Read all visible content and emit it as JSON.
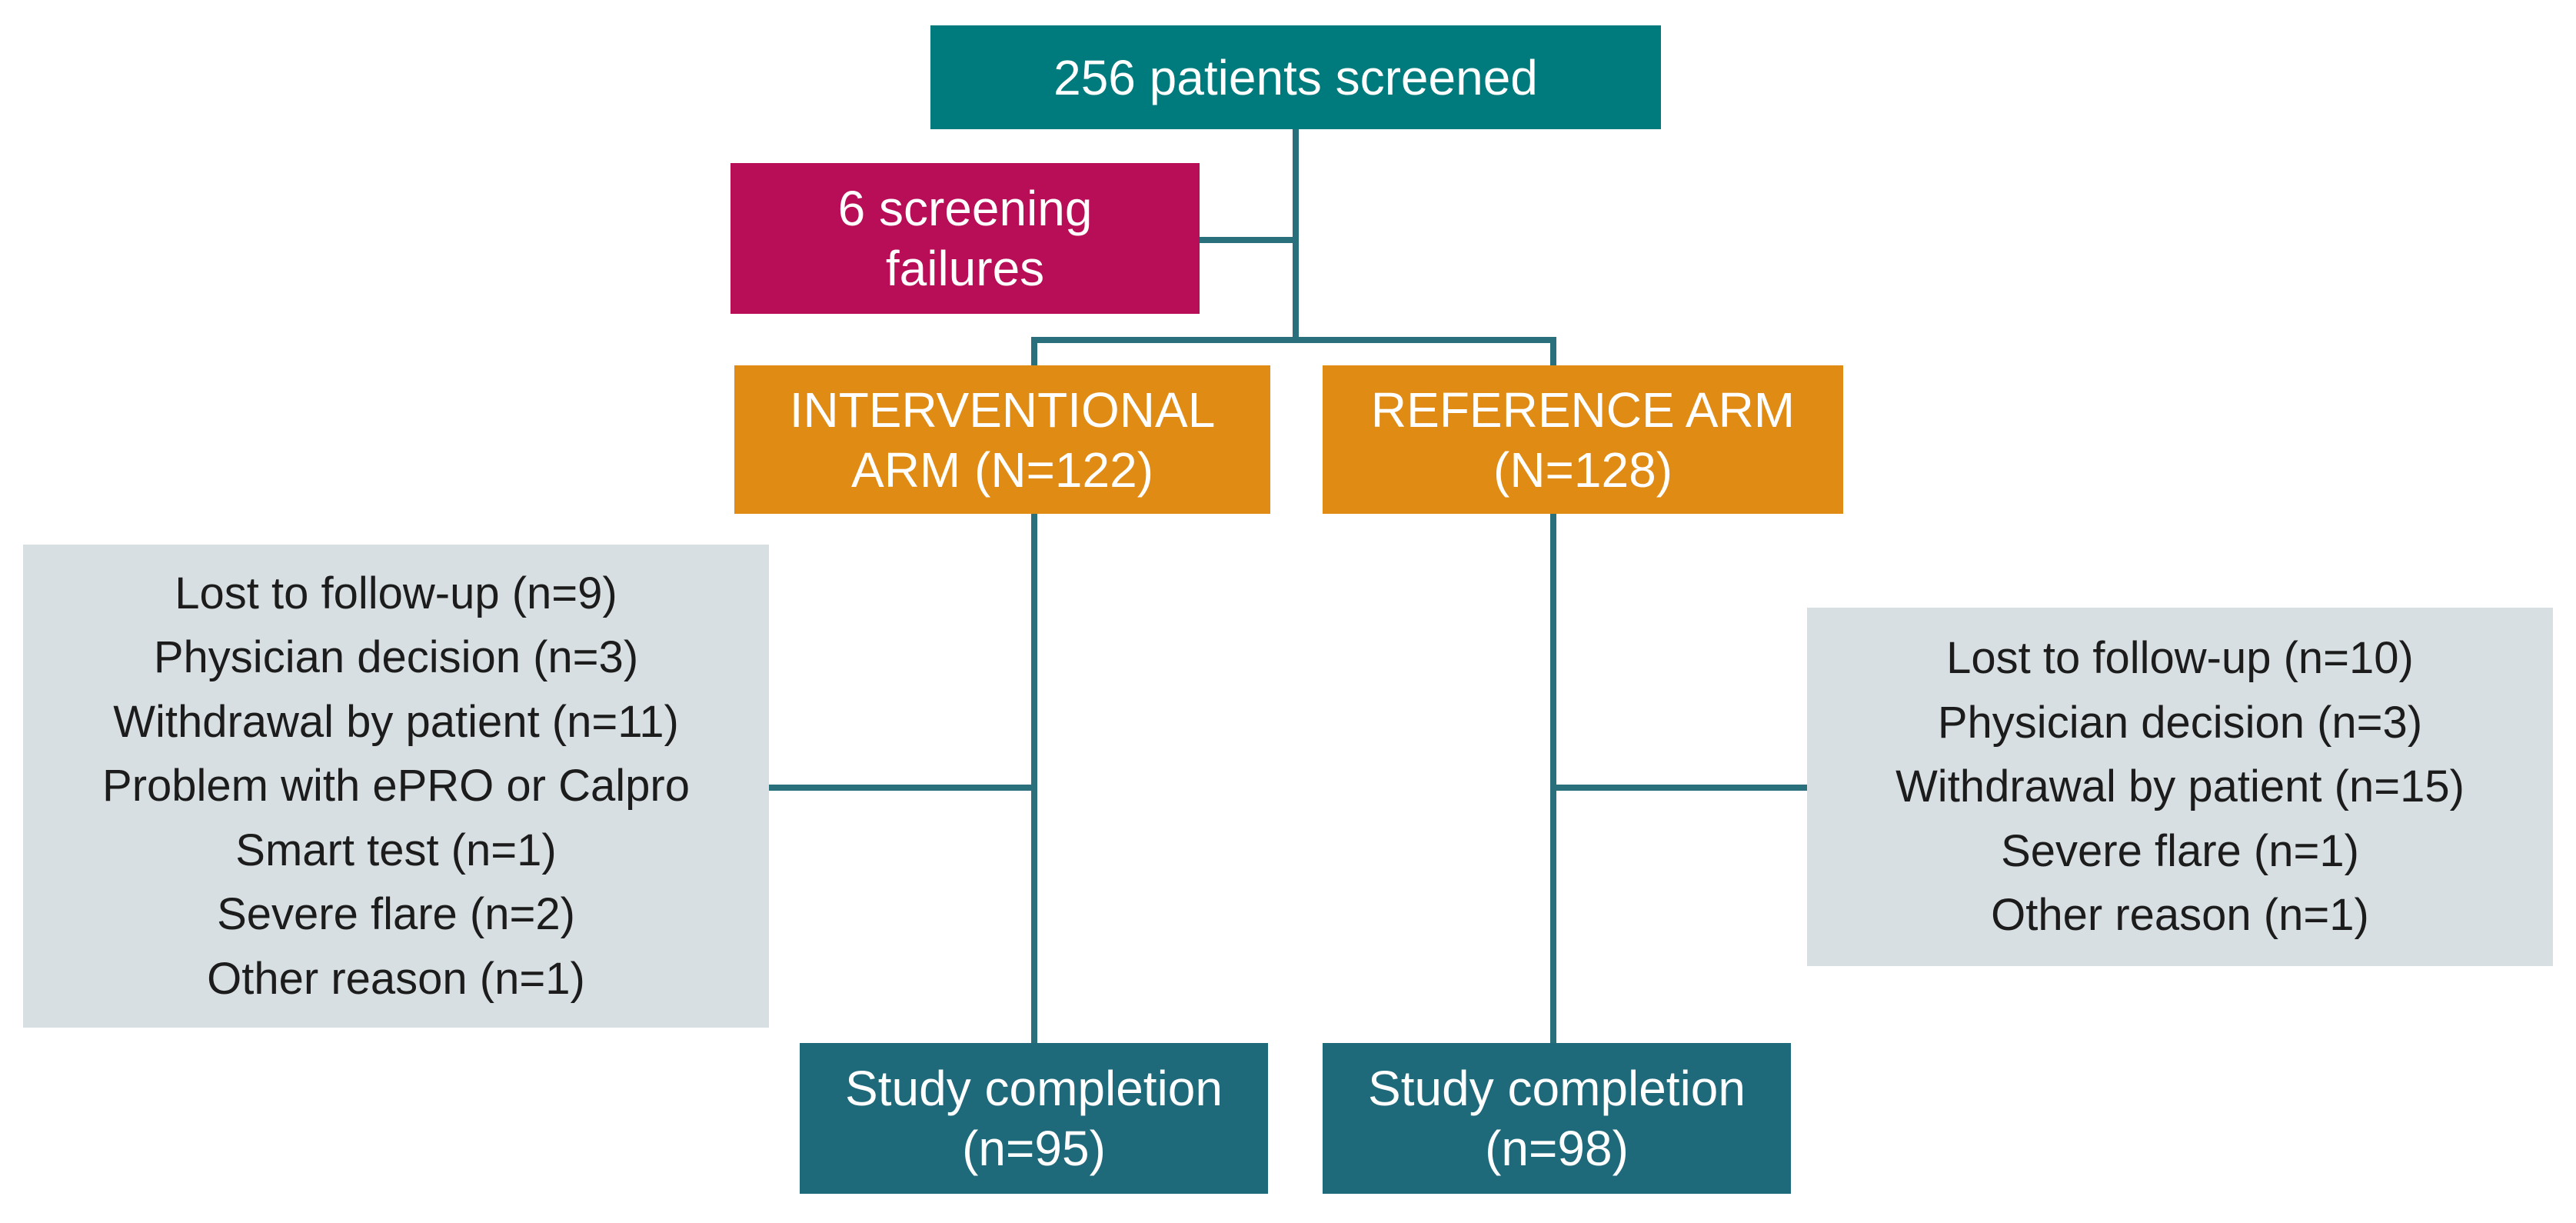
{
  "colors": {
    "screened": "#007b7d",
    "failures": "#b80d57",
    "arm": "#df8b14",
    "completion": "#1f6a7a",
    "dropouts": "#d7dfe2",
    "connector": "#2a6f7c"
  },
  "screened": {
    "label": "256 patients screened"
  },
  "failures": {
    "lines": [
      "6 screening",
      "failures"
    ]
  },
  "interventional": {
    "arm_lines": [
      "INTERVENTIONAL",
      "ARM (N=122)"
    ],
    "dropouts": [
      "Lost to follow-up (n=9)",
      "Physician decision (n=3)",
      "Withdrawal by patient (n=11)",
      "Problem with ePRO or Calpro",
      "Smart test (n=1)",
      "Severe flare (n=2)",
      "Other reason (n=1)"
    ],
    "completion_lines": [
      "Study completion",
      "(n=95)"
    ]
  },
  "reference": {
    "arm_lines": [
      "REFERENCE ARM",
      "(N=128)"
    ],
    "dropouts": [
      "Lost to follow-up (n=10)",
      "Physician decision (n=3)",
      "Withdrawal by patient (n=15)",
      "Severe flare (n=1)",
      "Other reason (n=1)"
    ],
    "completion_lines": [
      "Study completion",
      "(n=98)"
    ]
  }
}
